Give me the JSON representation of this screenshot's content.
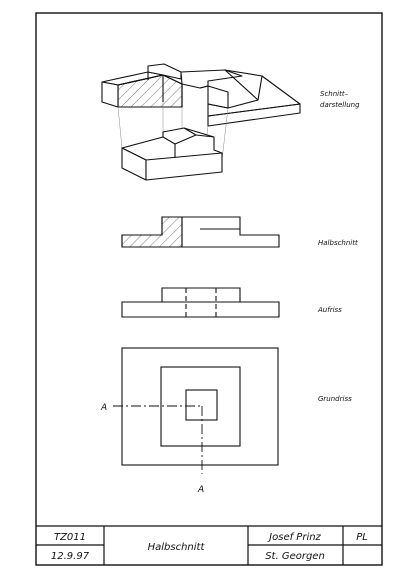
{
  "labels": {
    "schnitt_line1": "Schnitt–",
    "schnitt_line2": "darstellung",
    "halbschnitt": "Halbschnitt",
    "aufriss": "Aufriss",
    "grundriss": "Grundriss",
    "section_marker": "A"
  },
  "title_block": {
    "code": "TZ011",
    "date": "12.9.97",
    "title": "Halbschnitt",
    "author": "Josef  Prinz",
    "initials": "PL",
    "place": "St.  Georgen"
  },
  "colors": {
    "line": "#111111",
    "hatch": "#444444",
    "paper": "#ffffff"
  }
}
